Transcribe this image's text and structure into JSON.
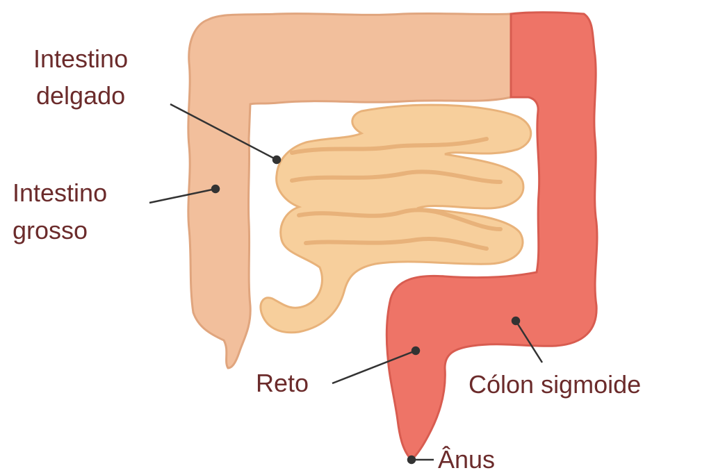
{
  "diagram": {
    "labels": {
      "small_intestine_line1": "Intestino",
      "small_intestine_line2": "delgado",
      "large_intestine_line1": "Intestino",
      "large_intestine_line2": "grosso",
      "rectum": "Reto",
      "sigmoid_colon": "Cólon sigmoide",
      "anus": "Ânus"
    },
    "colors": {
      "label_text": "#6b2b2b",
      "colon_main": "#f2bf9c",
      "colon_outline": "#e0a57e",
      "small_intestine": "#f7cf9c",
      "small_intestine_outline": "#e8b27a",
      "sigmoid_red": "#ee7467",
      "sigmoid_outline": "#d85c50",
      "leader_line": "#333333"
    }
  }
}
